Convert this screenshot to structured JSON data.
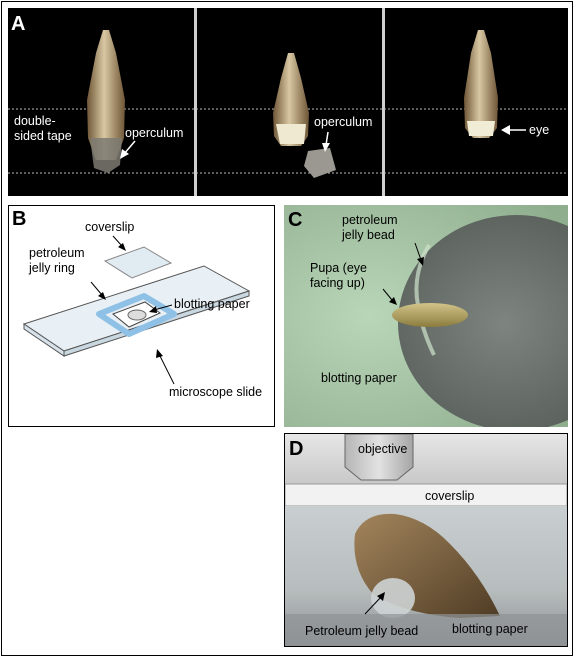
{
  "figure": {
    "panel_a": {
      "label": "A",
      "tape_label": "double-\nsided tape",
      "operculum_label_1": "operculum",
      "operculum_label_2": "operculum",
      "eye_label": "eye"
    },
    "panel_b": {
      "label": "B",
      "coverslip": "coverslip",
      "jelly_ring": "petroleum\njelly ring",
      "blotting": "blotting paper",
      "slide": "microscope slide"
    },
    "panel_c": {
      "label": "C",
      "jelly_bead": "petroleum\njelly bead",
      "pupa": "Pupa (eye\nfacing up)",
      "blotting": "blotting paper"
    },
    "panel_d": {
      "label": "D",
      "objective": "objective",
      "coverslip": "coverslip",
      "jelly_bead": "Petroleum jelly bead",
      "blotting": "blotting paper"
    }
  },
  "colors": {
    "panel_a_bg": "#000000",
    "panel_b_border": "#000000",
    "panel_c_bg": "#a9c7a8",
    "panel_d_bg": "#d6d6d6",
    "ring": "#8fc0e6"
  }
}
